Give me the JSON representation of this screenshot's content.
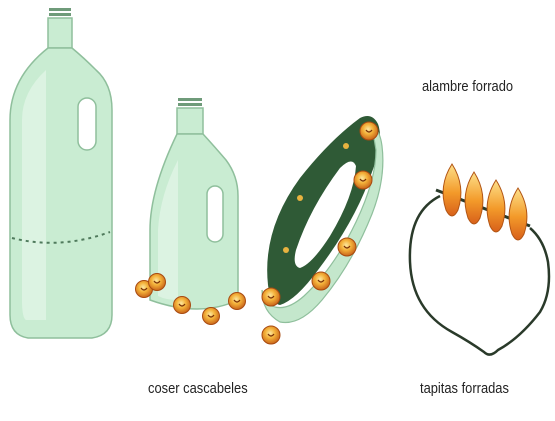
{
  "labels": {
    "wrapped_wire": "alambre forrado",
    "sew_bells": "coser cascabeles",
    "covered_caps": "tapitas forradas"
  },
  "colors": {
    "bottle_fill": "#c9ecd2",
    "bottle_stroke": "#8fbf9c",
    "band_dark": "#2f5a36",
    "band_light": "#c4e7cc",
    "bell_orange": "#f08a1c",
    "bell_yellow": "#f7c548",
    "wire": "#2a3a2a"
  }
}
